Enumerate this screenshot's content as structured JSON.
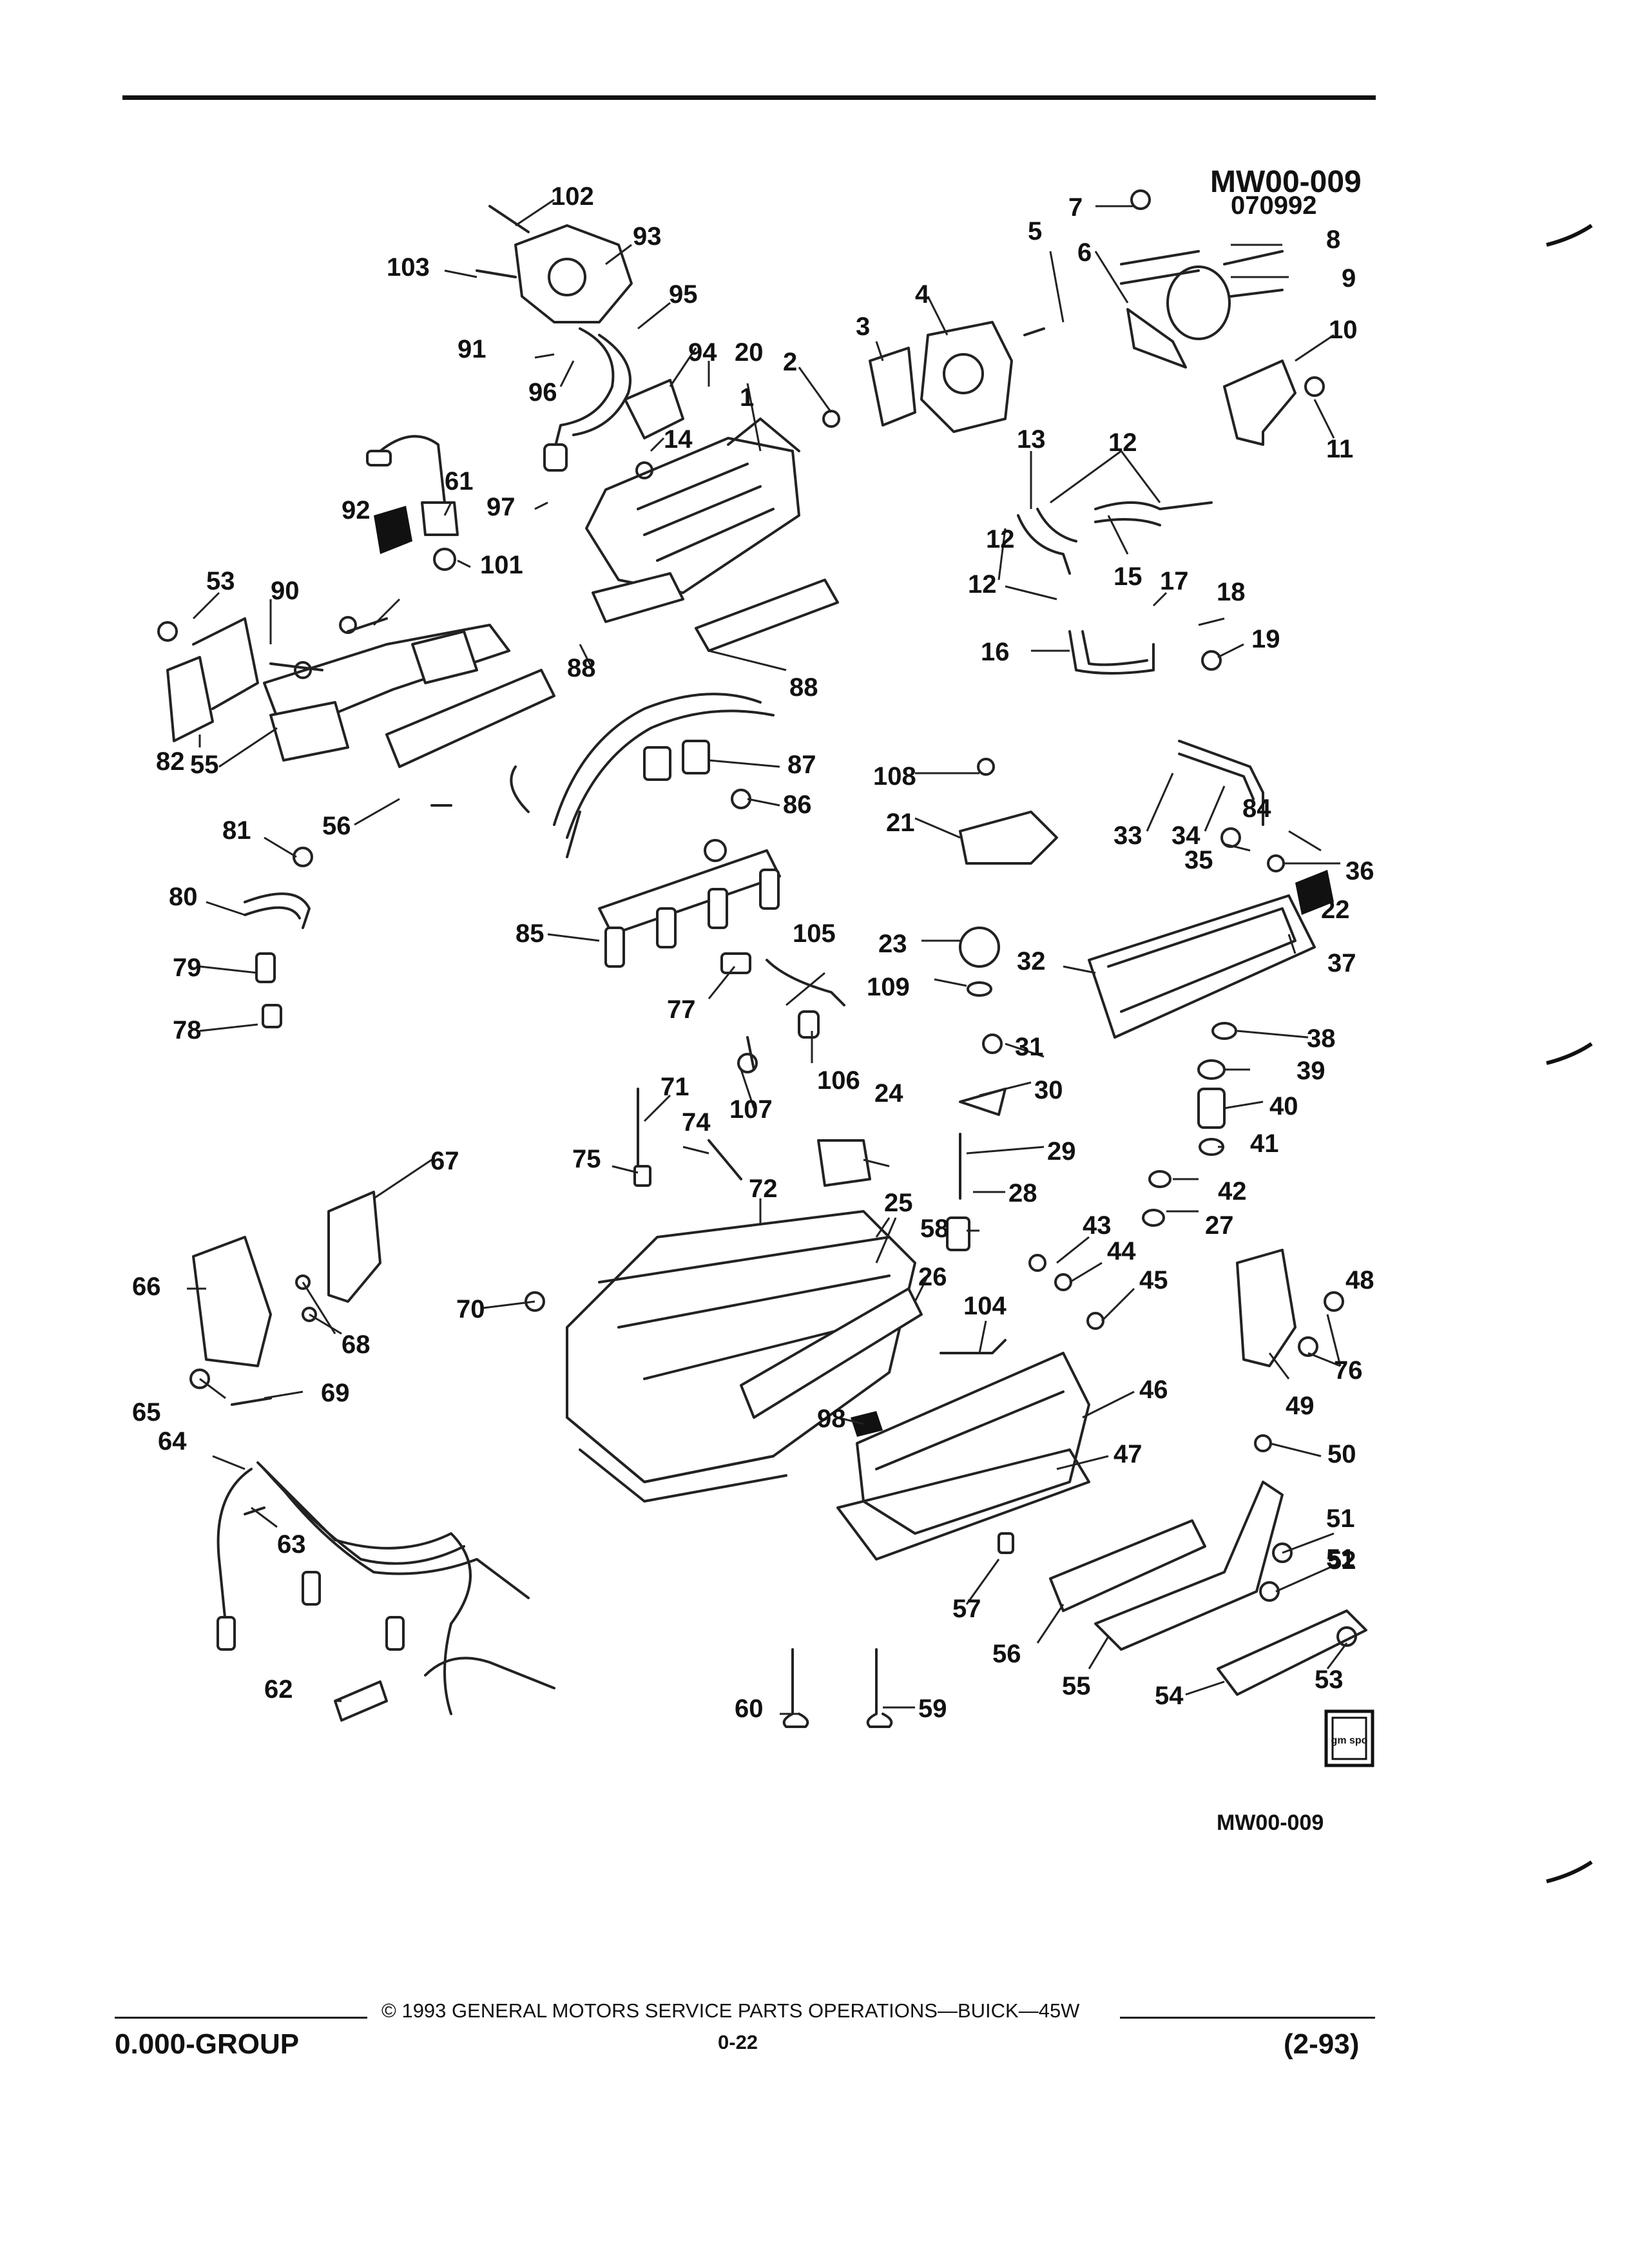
{
  "header": {
    "illustration_code": "MW00-009",
    "illustration_date": "070992"
  },
  "illustration_code_bottom": "MW00-009",
  "logo_text": "gm spo",
  "footer": {
    "group": "0.000-GROUP",
    "copyright": "© 1993 GENERAL MOTORS SERVICE PARTS OPERATIONS—BUICK—45W",
    "page": "0-22",
    "revision": "(2-93)"
  },
  "callouts": [
    "1",
    "2",
    "3",
    "4",
    "5",
    "6",
    "7",
    "8",
    "9",
    "10",
    "11",
    "12",
    "12",
    "12",
    "13",
    "14",
    "15",
    "16",
    "17",
    "18",
    "19",
    "20",
    "21",
    "22",
    "23",
    "24",
    "25",
    "26",
    "27",
    "28",
    "29",
    "30",
    "31",
    "32",
    "33",
    "34",
    "35",
    "36",
    "37",
    "38",
    "39",
    "40",
    "41",
    "42",
    "43",
    "44",
    "45",
    "46",
    "47",
    "48",
    "49",
    "50",
    "51",
    "51",
    "52",
    "53",
    "53",
    "54",
    "55",
    "55",
    "56",
    "56",
    "57",
    "58",
    "59",
    "60",
    "61",
    "62",
    "63",
    "64",
    "65",
    "66",
    "67",
    "68",
    "69",
    "70",
    "71",
    "72",
    "74",
    "75",
    "76",
    "77",
    "78",
    "79",
    "80",
    "81",
    "82",
    "84",
    "85",
    "86",
    "87",
    "88",
    "88",
    "90",
    "91",
    "92",
    "93",
    "94",
    "95",
    "96",
    "97",
    "98",
    "101",
    "102",
    "103",
    "104",
    "105",
    "106",
    "107",
    "108",
    "109"
  ]
}
